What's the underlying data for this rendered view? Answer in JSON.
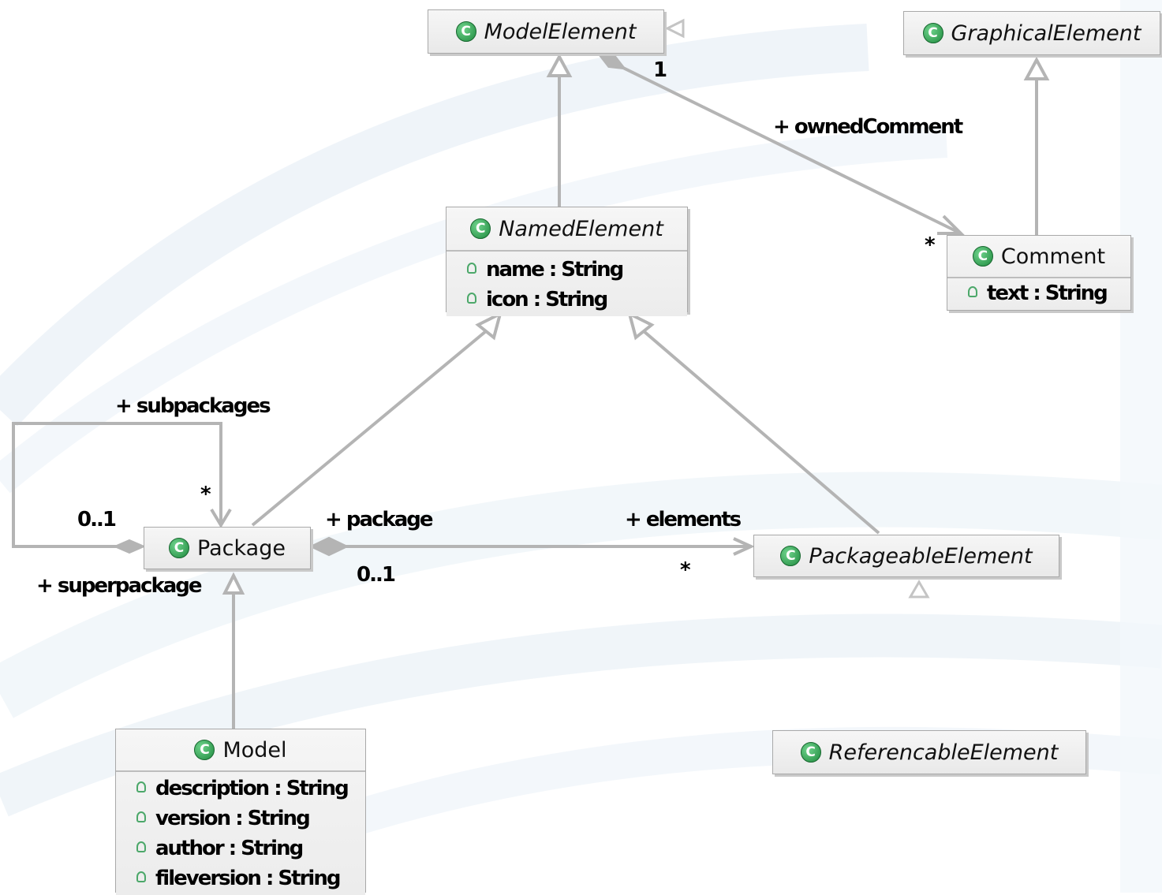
{
  "classes": {
    "model_element": {
      "name": "ModelElement",
      "abstract": true
    },
    "graphical_element": {
      "name": "GraphicalElement",
      "abstract": true
    },
    "named_element": {
      "name": "NamedElement",
      "abstract": true,
      "attributes": [
        "name : String",
        "icon : String"
      ]
    },
    "comment": {
      "name": "Comment",
      "abstract": false,
      "attributes": [
        "text : String"
      ]
    },
    "package": {
      "name": "Package",
      "abstract": false
    },
    "packageable_element": {
      "name": "PackageableElement",
      "abstract": true
    },
    "model": {
      "name": "Model",
      "abstract": false,
      "attributes": [
        "description : String",
        "version : String",
        "author : String",
        "fileversion : String"
      ]
    },
    "referencable_element": {
      "name": "ReferencableElement",
      "abstract": true
    }
  },
  "labels": {
    "owned_comment_mult_one": "1",
    "owned_comment_role": "+ ownedComment",
    "owned_comment_mult_many": "*",
    "subpackages_role": "+ subpackages",
    "subpackages_mult": "*",
    "superpackage_mult": "0..1",
    "superpackage_role": "+ superpackage",
    "package_role": "+ package",
    "package_mult": "0..1",
    "elements_role": "+ elements",
    "elements_mult": "*"
  },
  "icons": {
    "class": "class-icon",
    "attribute": "attribute-icon"
  },
  "colors": {
    "edge": "#b4b4b4",
    "class_icon": "#2e9a4c",
    "attribute_icon": "#4ca86a"
  }
}
